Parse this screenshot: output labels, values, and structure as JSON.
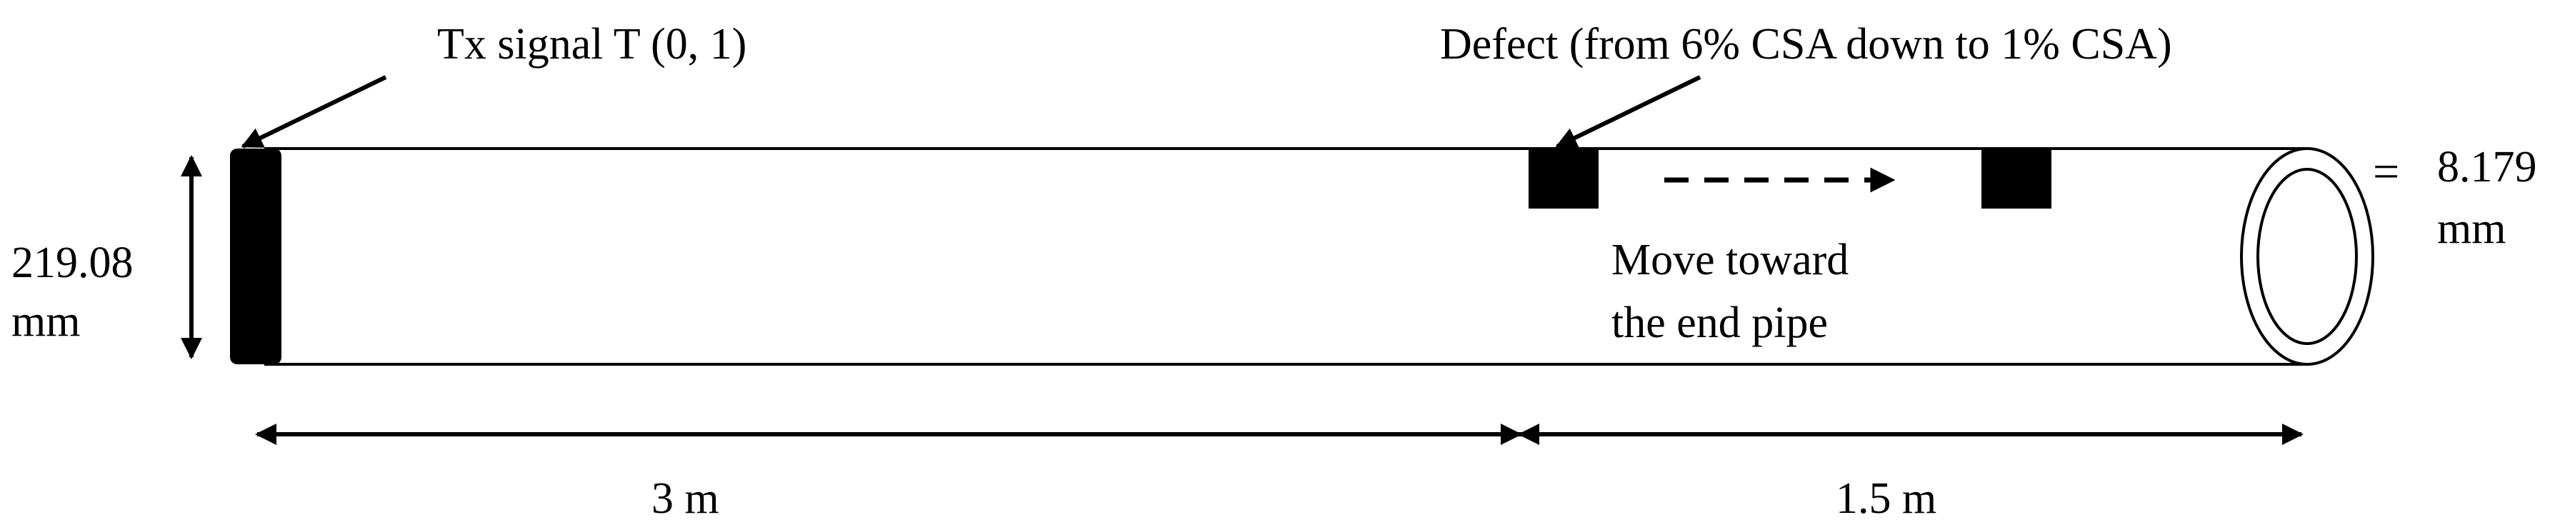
{
  "labels": {
    "tx_signal": "Tx signal T (0, 1)",
    "defect": "Defect (from 6% CSA down to 1% CSA)",
    "move_line1": "Move toward",
    "move_line2": "the end pipe",
    "diameter_value": "219.08",
    "diameter_unit": "mm",
    "thickness_eq": "=",
    "thickness_value": "8.179",
    "thickness_unit": "mm",
    "length_first": "3 m",
    "length_second": "1.5 m"
  },
  "colors": {
    "ink": "#000000",
    "background": "#ffffff"
  }
}
